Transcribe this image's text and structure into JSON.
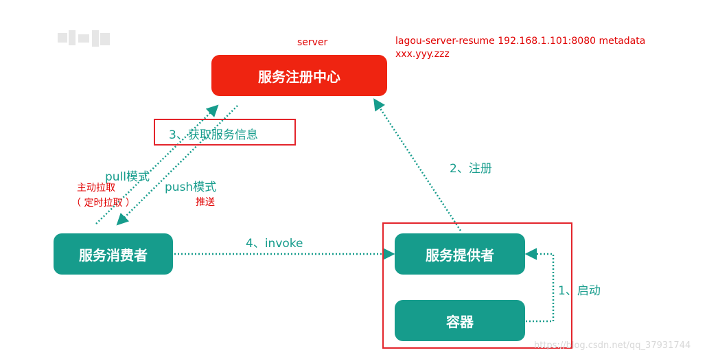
{
  "nodes": {
    "registry": "服务注册中心",
    "consumer": "服务消费者",
    "provider": "服务提供者",
    "container": "容器"
  },
  "labels": {
    "server": "server",
    "resume_line1": "lagou-server-resume  192.168.1.101:8080 metadata",
    "resume_line2": "xxx.yyy.zzz",
    "step3": "3、获取服务信息",
    "pull": "pull模式",
    "pull_note1": "主动拉取",
    "pull_note2": "（ 定时拉取 ）",
    "push": "push模式",
    "push_note": "推送",
    "step2": "2、注册",
    "step4": "4、invoke",
    "step1": "1、启动"
  },
  "watermark": "https://blog.csdn.net/qq_37931744",
  "colors": {
    "teal": "#169c8c",
    "red": "#ef2411",
    "highlight": "#e3242b",
    "red_text": "#e00000"
  }
}
